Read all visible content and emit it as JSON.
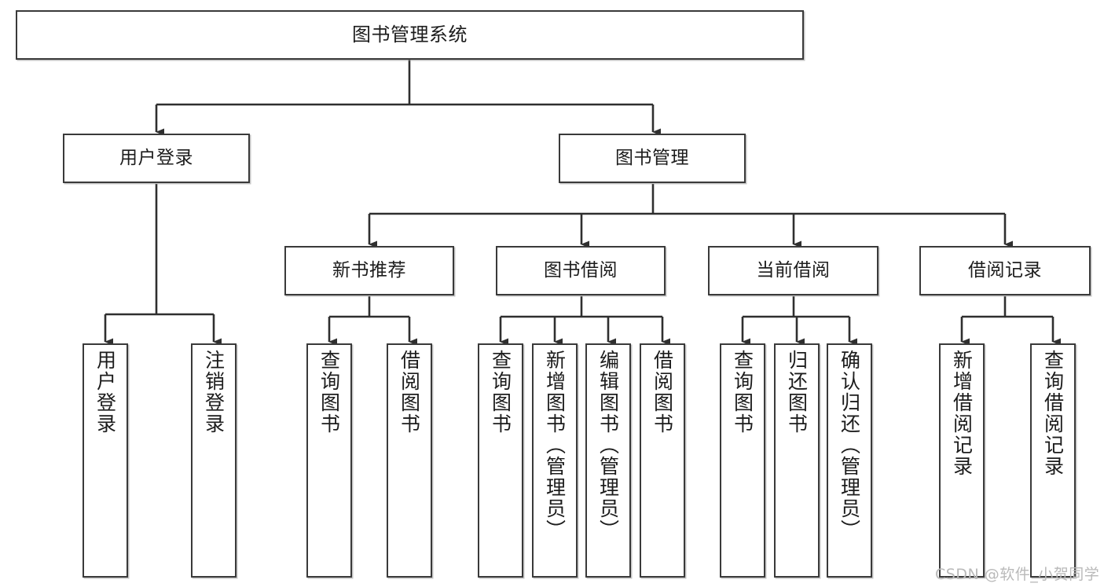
{
  "diagram": {
    "title": "图书管理系统",
    "type": "tree-hierarchy-chart",
    "watermark": "CSDN @软件_小贺同学",
    "colors": {
      "box_border": "#3a3a3a",
      "box_fill": "#ffffff",
      "connector": "#2f2f2f",
      "text": "#1c1c1c",
      "watermark": "#b9b9b9"
    }
  },
  "root": {
    "label": "图书管理系统"
  },
  "level2": [
    {
      "label": "用户登录"
    },
    {
      "label": "图书管理"
    }
  ],
  "level3": [
    {
      "label": "新书推荐"
    },
    {
      "label": "图书借阅"
    },
    {
      "label": "当前借阅"
    },
    {
      "label": "借阅记录"
    }
  ],
  "leaves": {
    "user_login": [
      {
        "label": "用户登录"
      },
      {
        "label": "注销登录"
      }
    ],
    "new_book": [
      {
        "label": "查询图书"
      },
      {
        "label": "借阅图书"
      }
    ],
    "book_borrow": [
      {
        "label": "查询图书"
      },
      {
        "label": "新增图书（管理员）"
      },
      {
        "label": "编辑图书（管理员）"
      },
      {
        "label": "借阅图书"
      }
    ],
    "current_borrow": [
      {
        "label": "查询图书"
      },
      {
        "label": "归还图书"
      },
      {
        "label": "确认归还（管理员）"
      }
    ],
    "borrow_record": [
      {
        "label": "新增借阅记录"
      },
      {
        "label": "查询借阅记录"
      }
    ]
  }
}
